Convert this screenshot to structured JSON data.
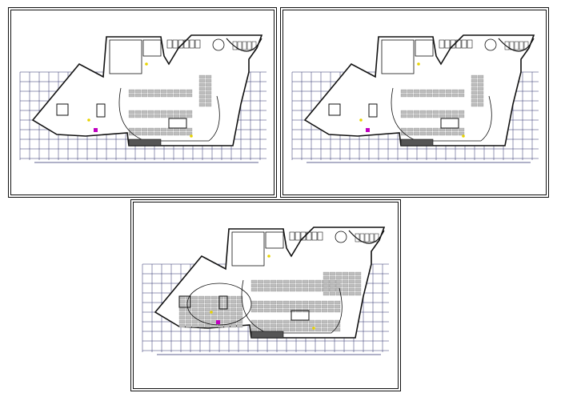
{
  "drawing": {
    "sheets": [
      {
        "id": "sheet-1",
        "variant": "level-a"
      },
      {
        "id": "sheet-2",
        "variant": "level-b"
      },
      {
        "id": "sheet-3",
        "variant": "level-c"
      }
    ],
    "colors": {
      "line": "#111111",
      "grid": "#2b2f6b",
      "parking": "#bdbdbd",
      "accent_yellow": "#e8d400",
      "accent_magenta": "#c000c0",
      "paper": "#ffffff"
    }
  }
}
